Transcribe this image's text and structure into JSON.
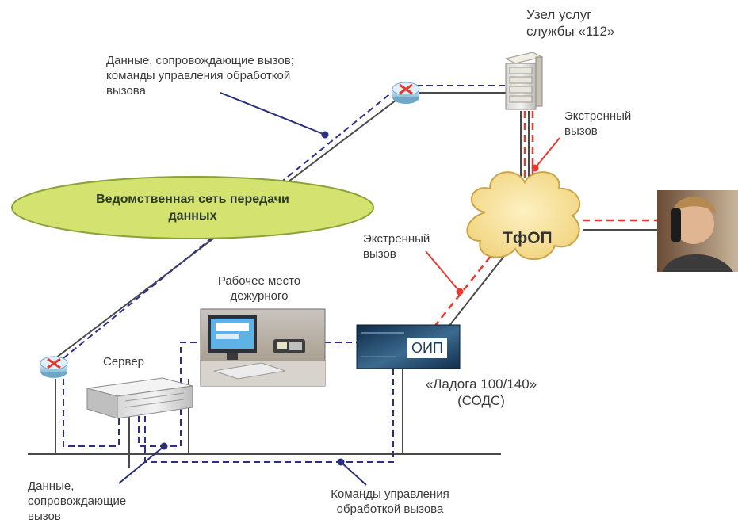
{
  "labels": {
    "node_112": [
      "Узел услуг",
      "службы «112»"
    ],
    "data_top": [
      "Данные, сопровождающие вызов;",
      "команды управления обработкой",
      "вызова"
    ],
    "emergency_top": [
      "Экстренный",
      "вызов"
    ],
    "network": [
      "Ведомственная сеть передачи",
      "данных"
    ],
    "emergency_mid": [
      "Экстренный",
      "вызов"
    ],
    "pstn": "ТфОП",
    "workplace": [
      "Рабочее место",
      "дежурного"
    ],
    "server": "Сервер",
    "oip": "ОИП",
    "ladoga": [
      "«Ладога 100/140»",
      "(СОДС)"
    ],
    "data_bottom": [
      "Данные,",
      "сопровождающие",
      "вызов"
    ],
    "commands_bottom": [
      "Команды управления",
      "обработкой вызова"
    ]
  },
  "colors": {
    "solid_line": "#4a4a4a",
    "dashed_blue": "#2b2f8a",
    "dashed_red": "#e8392f",
    "pointer": "#2a2f7a",
    "oval_fill": "#d4e36f",
    "cloud_fill": "#f8e6a3"
  }
}
